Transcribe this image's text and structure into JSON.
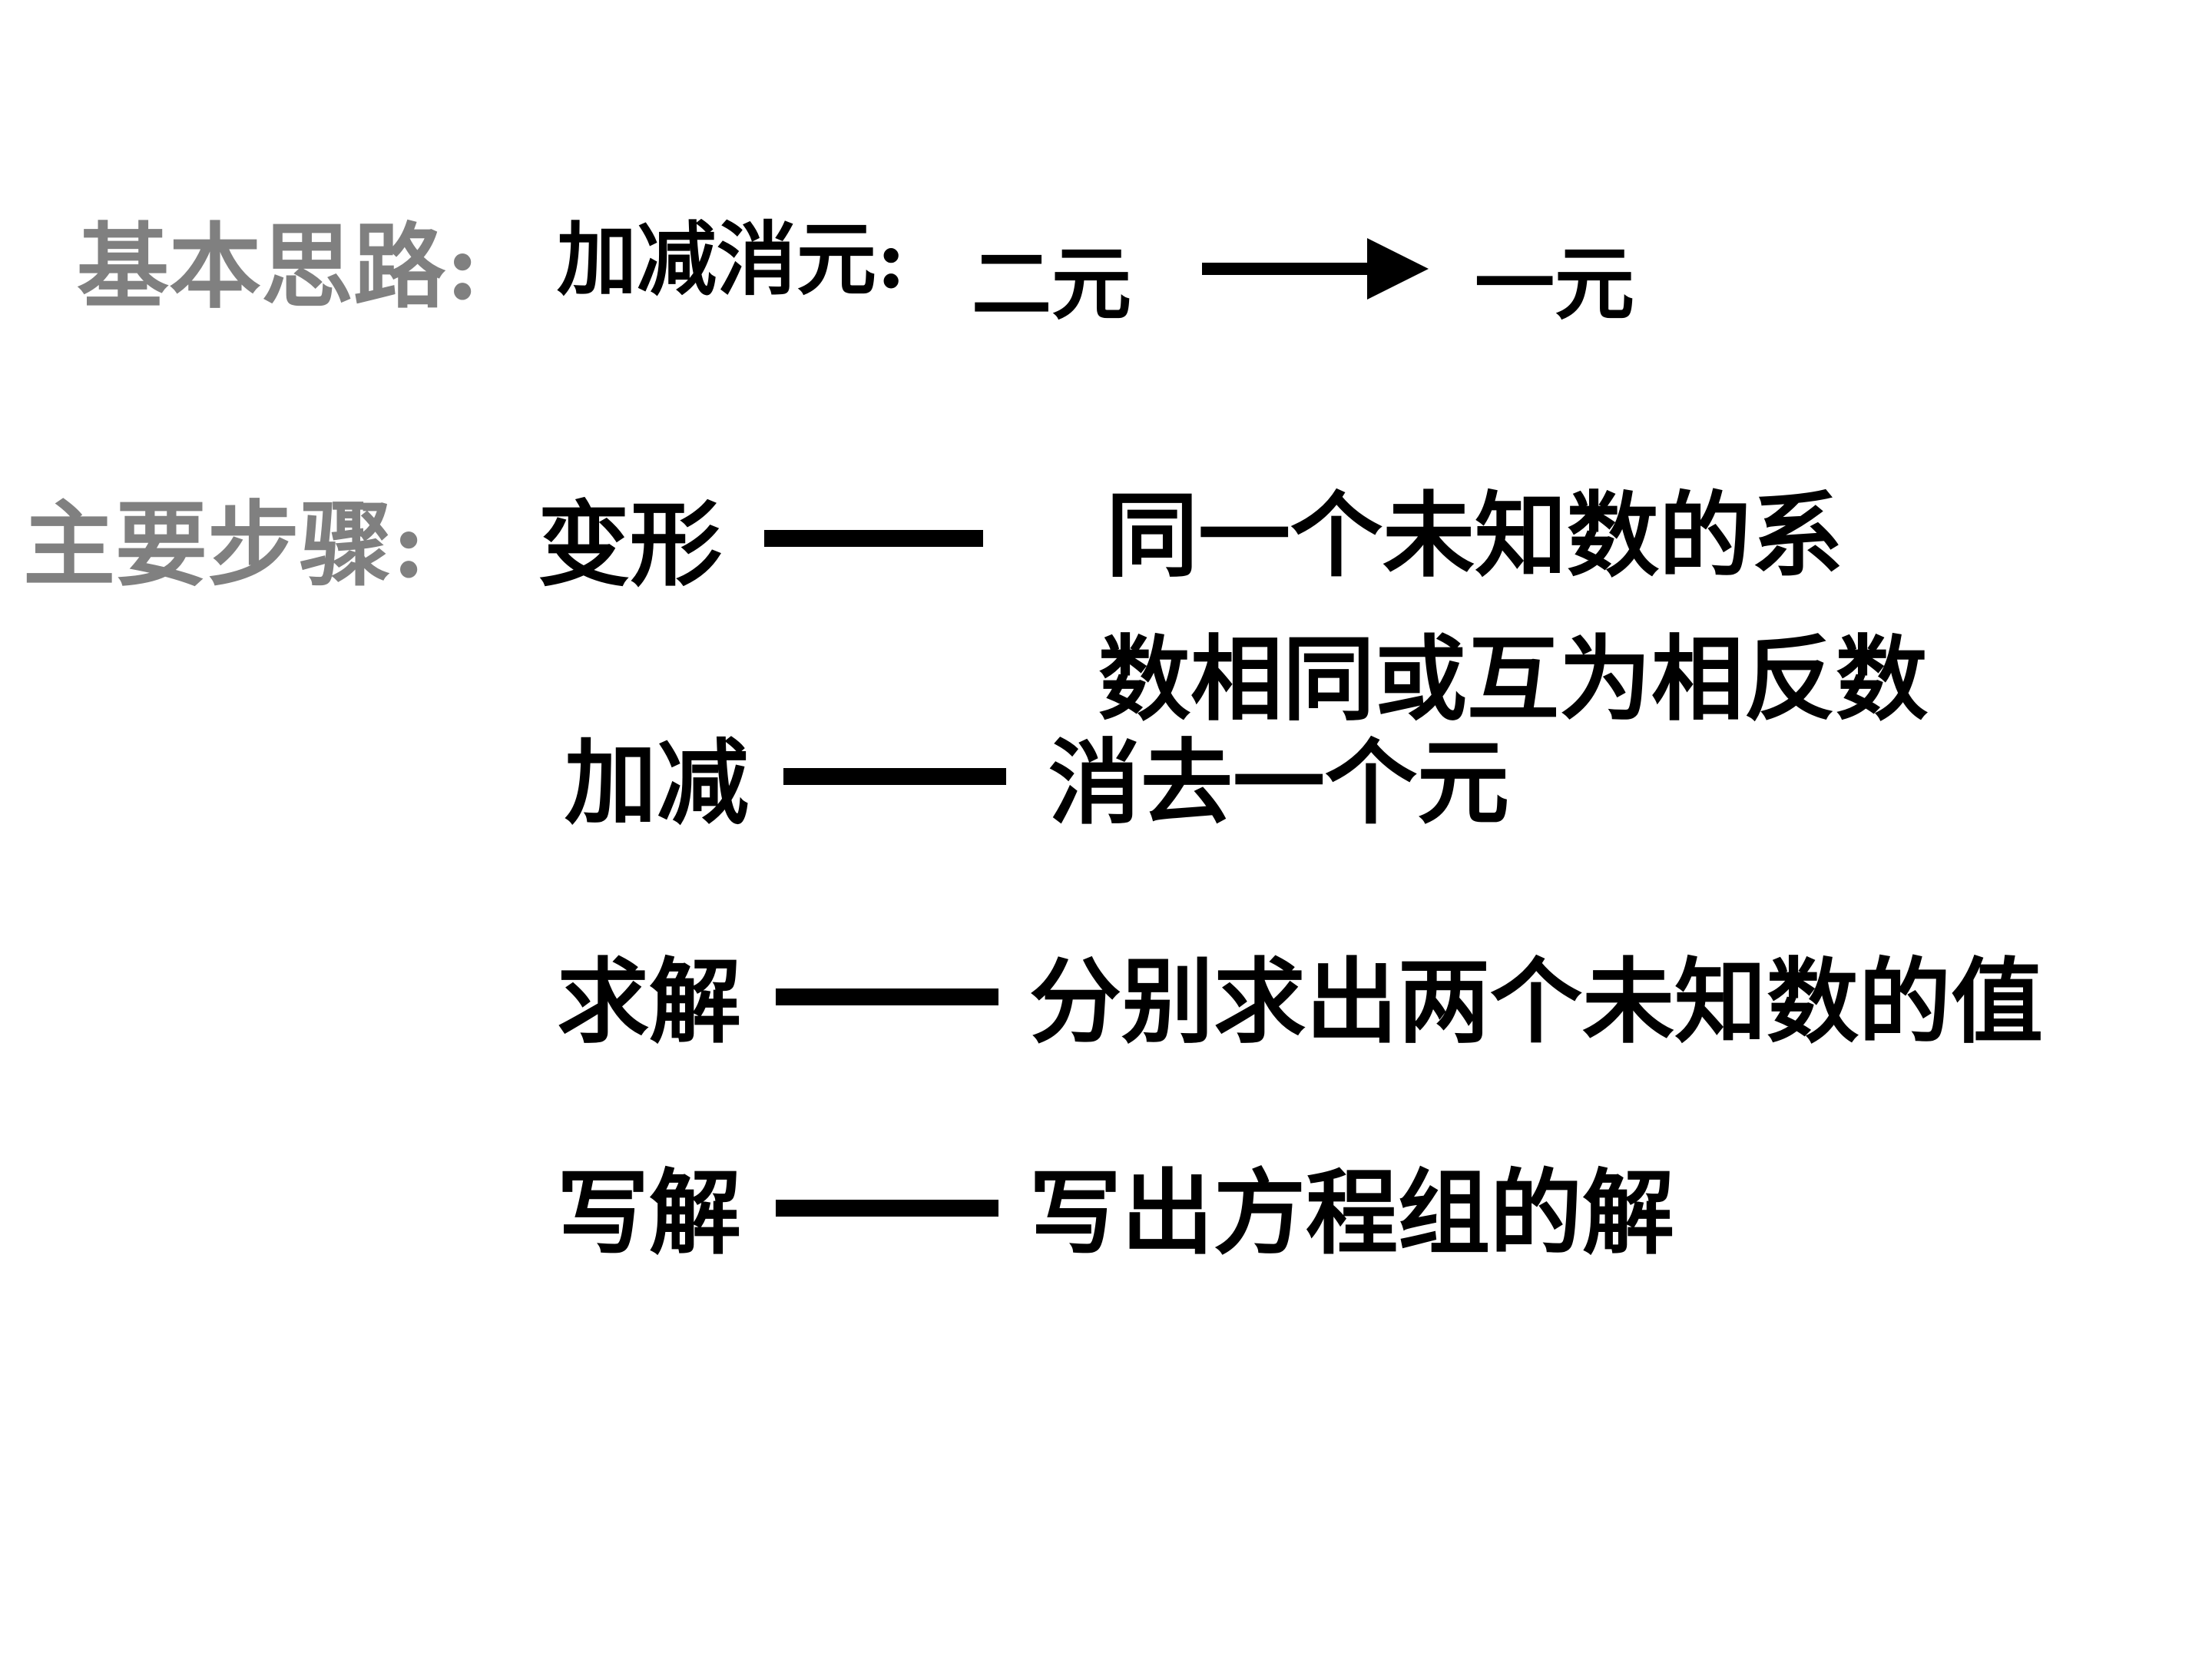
{
  "idea": {
    "label": "基本思路:",
    "method": "加减消元:",
    "from": "二元",
    "to": "一元"
  },
  "steps": {
    "label": "主要步骤:",
    "items": [
      {
        "name": "变形",
        "desc_line1": "同一个未知数的系",
        "desc_line2": "数相同或互为相反数"
      },
      {
        "name": "加减",
        "desc": "消去一个元"
      },
      {
        "name": "求解",
        "desc": "分别求出两个未知数的值"
      },
      {
        "name": "写解",
        "desc": "写出方程组的解"
      }
    ]
  },
  "colors": {
    "heading": "#808080",
    "text": "#000000"
  }
}
